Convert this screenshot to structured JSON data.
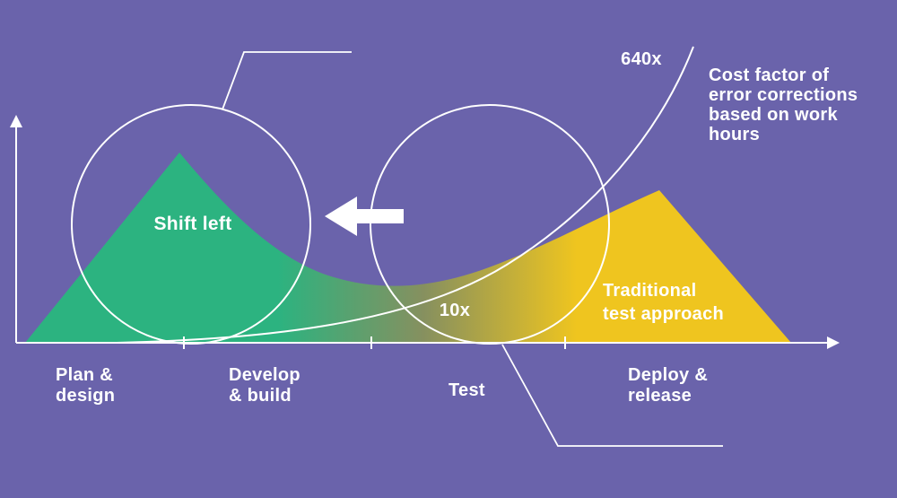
{
  "diagram": {
    "colors": {
      "background": "#6A63AB",
      "shift_left_fill": "#2CB380",
      "traditional_fill": "#EFC51F",
      "line": "#FFFFFF"
    },
    "annotation": [
      "Cost factor of",
      "error corrections",
      "based on work",
      "hours"
    ],
    "labels": {
      "shift_left": "Shift left",
      "traditional_line1": "Traditional",
      "traditional_line2": "test approach",
      "multiplier_mid": "10x",
      "multiplier_top": "640x"
    },
    "x_axis": {
      "phases": [
        {
          "line1": "Plan &",
          "line2": "design"
        },
        {
          "line1": "Develop",
          "line2": "& build"
        },
        {
          "line1": "Test",
          "line2": ""
        },
        {
          "line1": "Deploy &",
          "line2": "release"
        }
      ]
    }
  }
}
